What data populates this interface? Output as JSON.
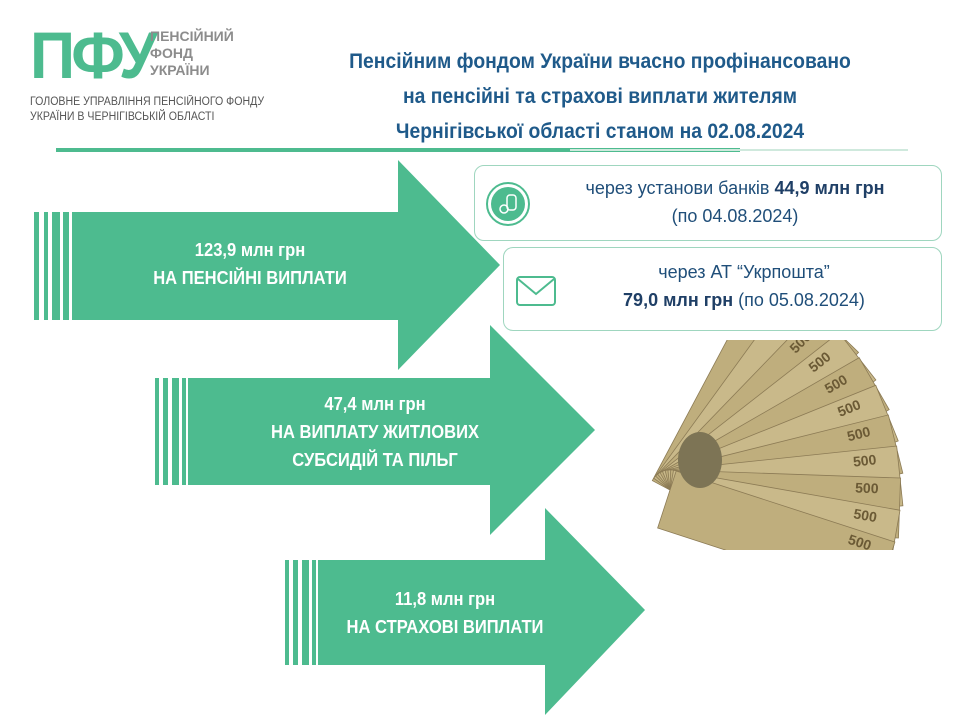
{
  "logo": {
    "mark": "ПФУ",
    "lines": [
      "ПЕНСІЙНИЙ",
      "ФОНД",
      "УКРАЇНИ"
    ]
  },
  "org": {
    "lines": [
      "ГОЛОВНЕ УПРАВЛІННЯ ПЕНСІЙНОГО ФОНДУ",
      "УКРАЇНИ В ЧЕРНІГІВСЬКІЙ ОБЛАСТІ"
    ]
  },
  "title": {
    "lines": [
      "Пенсійним фондом України вчасно профінансовано",
      "на пенсійні та страхові виплати жителям",
      "Чернігівської області станом на 02.08.2024"
    ]
  },
  "arrows": [
    {
      "amount": "123,9  млн грн",
      "label": "НА ПЕНСІЙНІ ВИПЛАТИ"
    },
    {
      "amount": "47,4 млн грн",
      "label": "НА ВИПЛАТУ ЖИТЛОВИХ",
      "label2": "СУБСИДІЙ ТА ПІЛЬГ"
    },
    {
      "amount": "11,8 млн грн",
      "label": "НА СТРАХОВІ ВИПЛАТИ"
    }
  ],
  "channels": [
    {
      "icon": "coins-icon",
      "text": "через установи банків",
      "amount": "44,9 млн грн",
      "date": "(по 04.08.2024)"
    },
    {
      "icon": "envelope-icon",
      "text": "через АТ “Укрпошта”",
      "amount": "79,0 млн грн",
      "date": "(по 05.08.2024)"
    }
  ],
  "banknote": {
    "denomination": "500"
  },
  "colors": {
    "accent": "#4dbb8f",
    "title": "#1f5a8a"
  }
}
